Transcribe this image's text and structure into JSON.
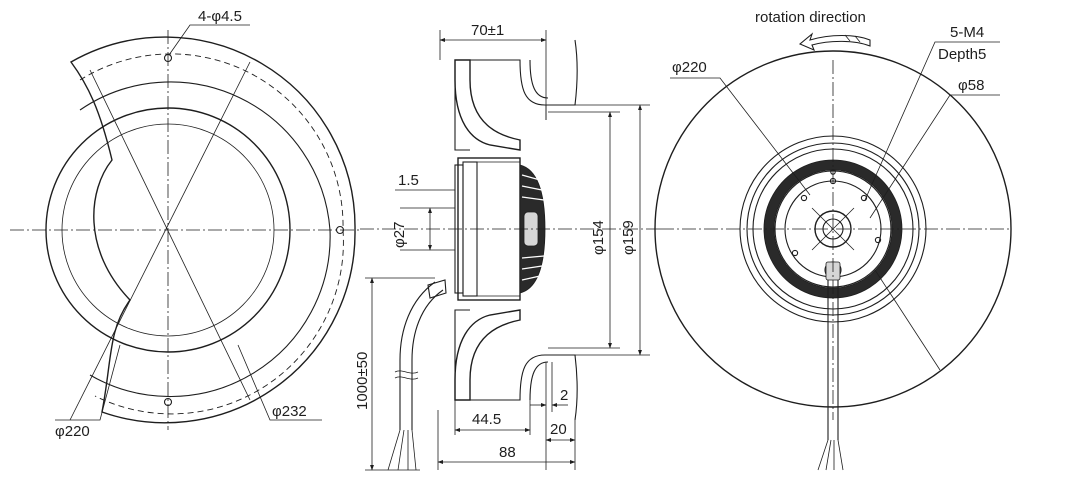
{
  "left_view": {
    "hole_label": "4-φ4.5",
    "dia_inner_label": "φ220",
    "dia_outer_label": "φ232"
  },
  "side_view": {
    "depth_label": "70±1",
    "flange_label": "1.5",
    "hub_label": "φ27",
    "cable_label": "1000±50",
    "inlet_label": "φ154",
    "outlet_label": "φ159",
    "mid_depth_label": "44.5",
    "overall_label": "88",
    "gap_label": "2",
    "offset_label": "20"
  },
  "front_view": {
    "rotation_label": "rotation direction",
    "thread_label": "5-M4",
    "thread_depth_label": "Depth5",
    "dia_label": "φ220",
    "hub_dia_label": "φ58"
  }
}
